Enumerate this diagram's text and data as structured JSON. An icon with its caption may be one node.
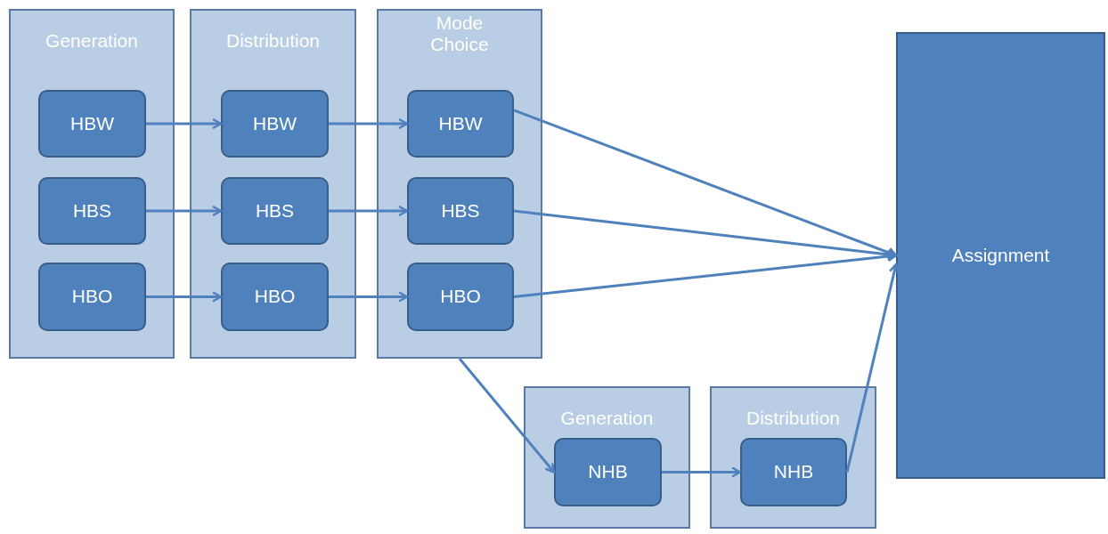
{
  "diagram": {
    "nodes": [
      {
        "text": [
          "Generation"
        ]
      },
      {
        "text": [
          "HBW"
        ],
        "in": 0
      },
      {
        "text": [
          "HBS"
        ],
        "in": 0
      },
      {
        "text": [
          "HBO"
        ],
        "in": 0
      },
      {
        "text": [
          "Distribution"
        ]
      },
      {
        "text": [
          "HBW"
        ],
        "in": 4
      },
      {
        "text": [
          "HBS"
        ],
        "in": 4
      },
      {
        "text": [
          "HBO"
        ],
        "in": 4
      },
      {
        "text": [
          "Mode Choice"
        ]
      },
      {
        "text": [
          "HBW"
        ],
        "in": 8
      },
      {
        "text": [
          "HBS"
        ],
        "in": 8
      },
      {
        "text": [
          "HBO"
        ],
        "in": 8
      },
      {
        "text": [
          "Assignment"
        ]
      },
      {
        "text": [
          "Generation"
        ]
      },
      {
        "text": [
          "NHB"
        ],
        "in": 13
      },
      {
        "text": [
          "Distribution"
        ]
      },
      {
        "text": [
          "NHB"
        ],
        "in": 15
      }
    ],
    "edges": [
      {
        "from": 1,
        "to": 5,
        "arrow": "to"
      },
      {
        "from": 2,
        "to": 6,
        "arrow": "to"
      },
      {
        "from": 3,
        "to": 7,
        "arrow": "to"
      },
      {
        "from": 5,
        "to": 9,
        "arrow": "to"
      },
      {
        "from": 6,
        "to": 10,
        "arrow": "to"
      },
      {
        "from": 7,
        "to": 11,
        "arrow": "to"
      },
      {
        "from": 9,
        "to": 12,
        "arrow": "to"
      },
      {
        "from": 10,
        "to": 12,
        "arrow": "to"
      },
      {
        "from": 11,
        "to": 12,
        "arrow": "to"
      },
      {
        "from": 8,
        "to": 14,
        "arrow": "to"
      },
      {
        "from": 14,
        "to": 16,
        "arrow": "to"
      },
      {
        "from": 16,
        "to": 12,
        "arrow": "to"
      }
    ]
  }
}
